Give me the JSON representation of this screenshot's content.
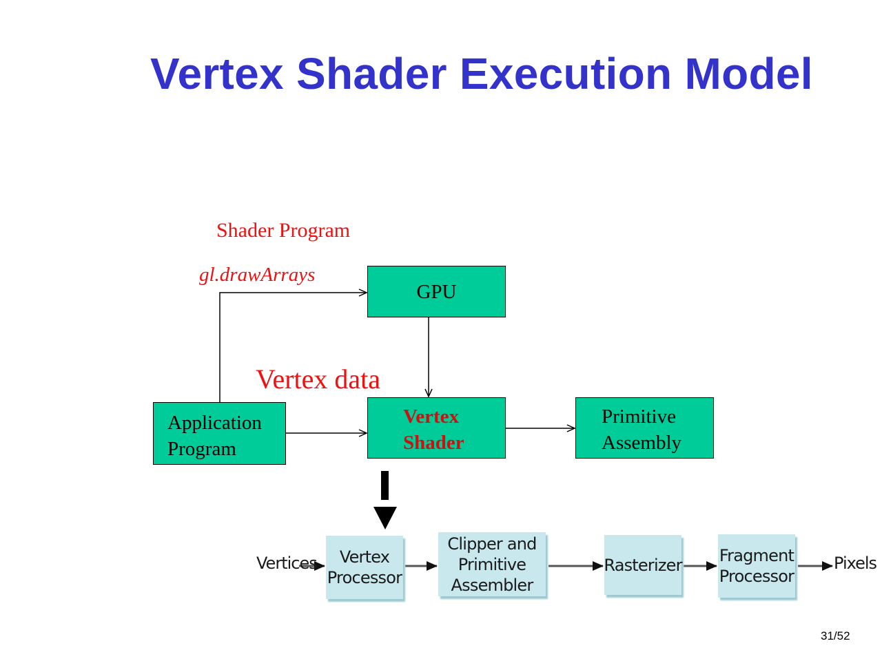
{
  "slide": {
    "title": "Vertex Shader Execution Model",
    "page_number": "31/52"
  },
  "diagram": {
    "labels": {
      "shader_program": "Shader Program",
      "draw_arrays": "gl.drawArrays",
      "vertex_data": "Vertex data"
    },
    "boxes": {
      "gpu": "GPU",
      "application_program": [
        "Application",
        "Program"
      ],
      "vertex_shader": [
        "Vertex",
        "Shader"
      ],
      "primitive_assembly": [
        "Primitive",
        "Assembly"
      ]
    },
    "colors": {
      "box_fill": "#00cc99",
      "label_red": "#ee1111",
      "title_blue": "#3333cc",
      "pipeline_box": "#c8e8ee"
    }
  },
  "pipeline": {
    "input": "Vertices",
    "output": "Pixels",
    "stages": [
      [
        "Vertex",
        "Processor"
      ],
      [
        "Clipper and",
        "Primitive Assembler"
      ],
      [
        "Rasterizer"
      ],
      [
        "Fragment",
        "Processor"
      ]
    ]
  }
}
